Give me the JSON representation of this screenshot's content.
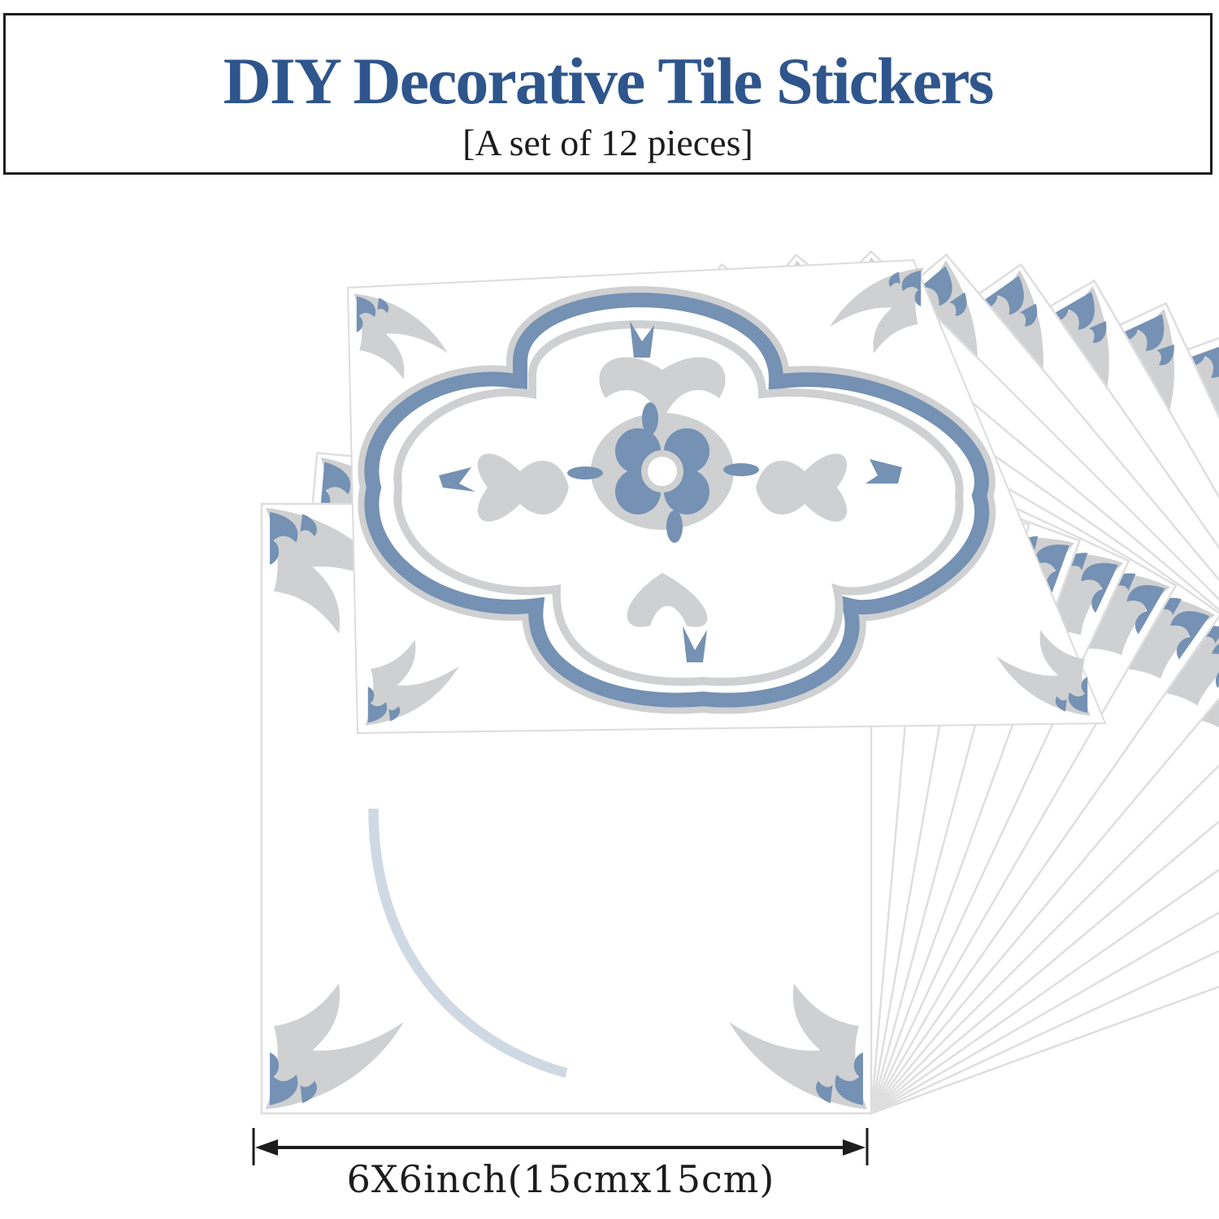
{
  "header": {
    "title": "DIY Decorative Tile Stickers",
    "subtitle": "[A set of 12 pieces]"
  },
  "colors": {
    "title": "#2e558c",
    "text": "#1c1c1c",
    "tile_blue": "#7591b3",
    "tile_gray": "#cfd0d2",
    "tile_edge": "#e2e2e2"
  },
  "tile_stack": {
    "icon": "tile-sticker-stack-icon",
    "pattern": "quatrefoil-flower-pattern-icon"
  },
  "dimension": {
    "label": "6X6inch(15cmx15cm)",
    "icon": "double-arrow-icon"
  }
}
